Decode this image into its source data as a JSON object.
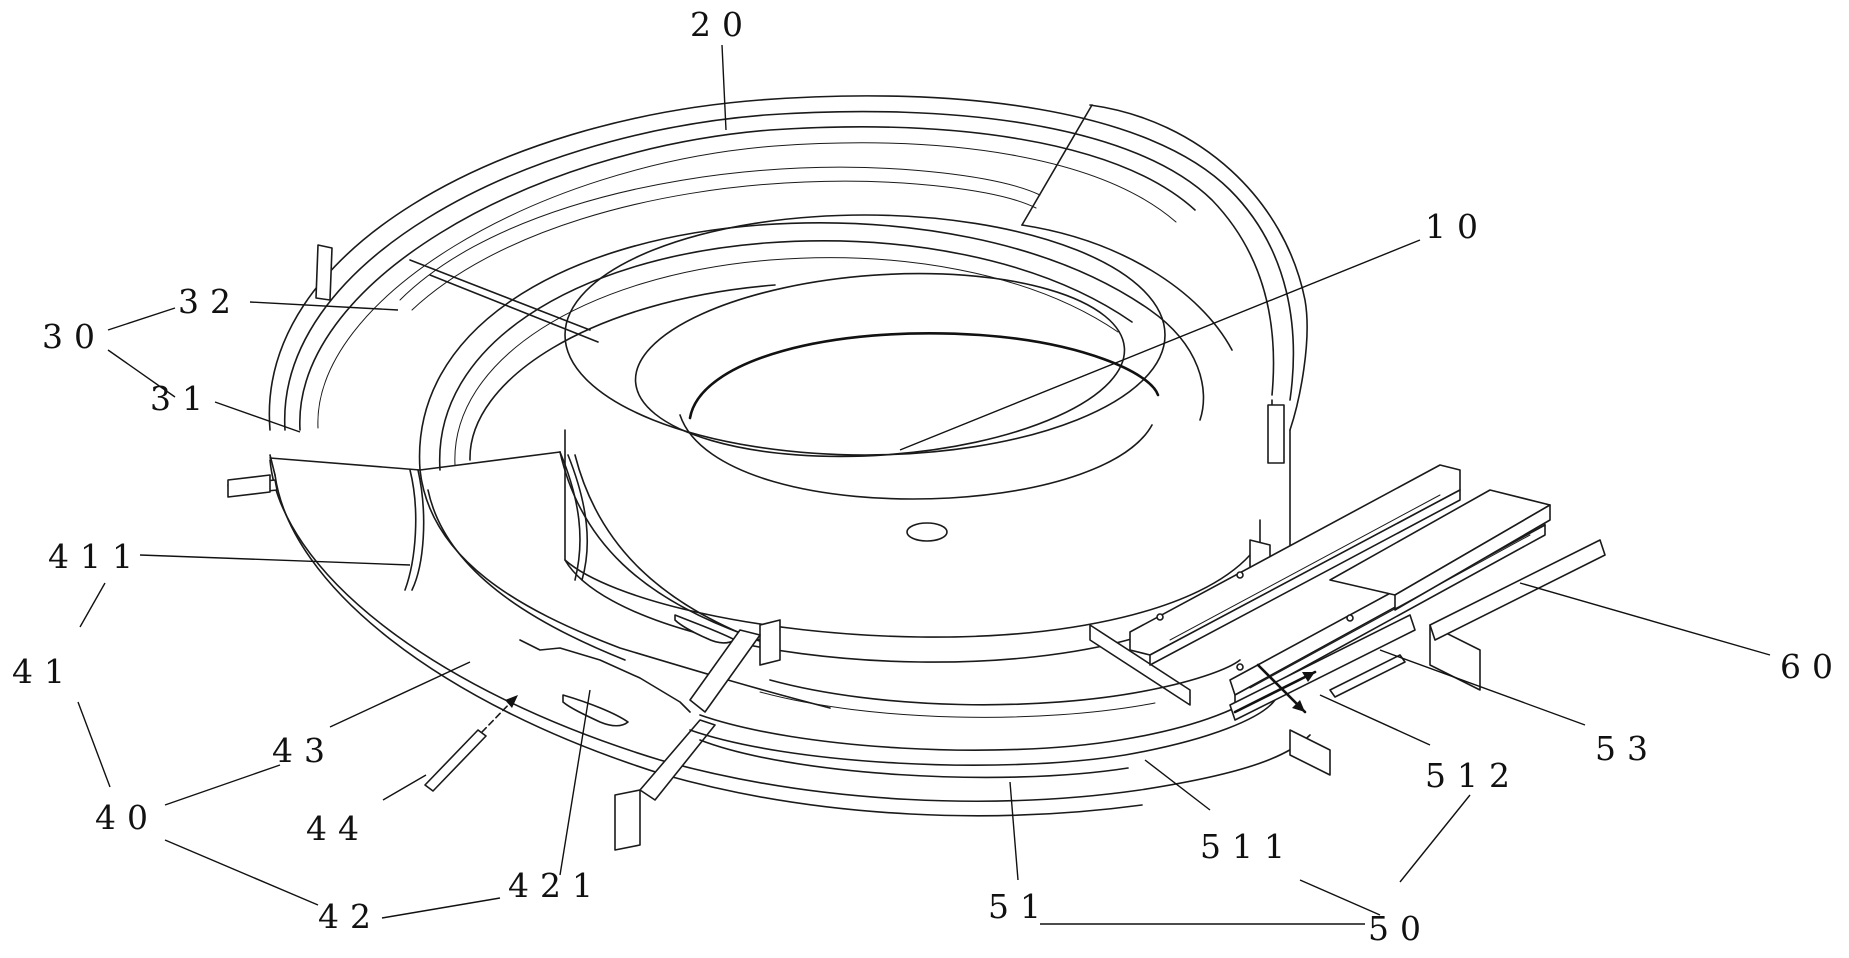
{
  "labels": {
    "l20": "20",
    "l10": "10",
    "l32": "32",
    "l30": "30",
    "l31": "31",
    "l411": "411",
    "l41": "41",
    "l43": "43",
    "l40": "40",
    "l44": "44",
    "l42": "42",
    "l421": "421",
    "l51": "51",
    "l50": "50",
    "l511": "511",
    "l512": "512",
    "l53": "53",
    "l60": "60"
  }
}
